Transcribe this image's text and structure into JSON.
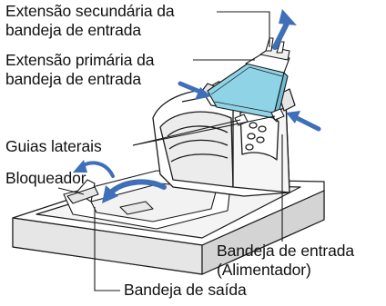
{
  "labels": {
    "secondary_extension_line1": "Extensão secundária da",
    "secondary_extension_line2": "bandeja de entrada",
    "primary_extension_line1": "Extensão primária da",
    "primary_extension_line2": "bandeja de entrada",
    "side_guides": "Guias laterais",
    "stopper": "Bloqueador",
    "input_tray_line1": "Bandeja de entrada",
    "input_tray_line2": "(Alimentador)",
    "output_tray": "Bandeja de saída"
  },
  "colors": {
    "paper": "#8fd3e6",
    "arrow": "#3f6fb8",
    "line": "#1a1a1a",
    "device_fill": "#ffffff",
    "device_shade": "#d9d9d9"
  }
}
